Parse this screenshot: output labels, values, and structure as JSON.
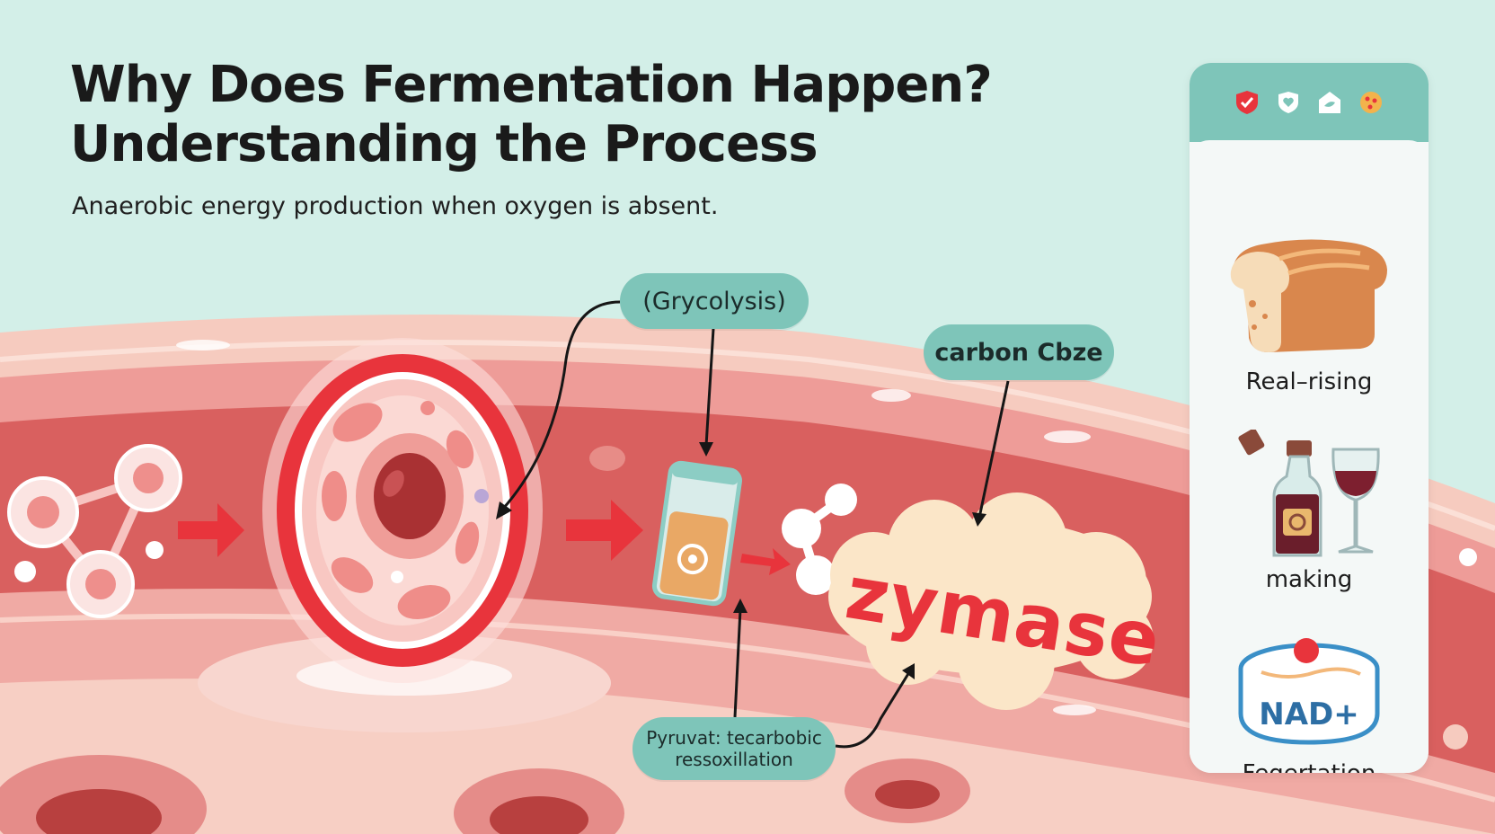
{
  "title_line1": "Why Does Fermentation Happen?",
  "title_line2": "Understanding the Process",
  "subtitle": "Anaerobic energy production when oxygen is absent.",
  "labels": {
    "glycolysis": "(Grycolysis)",
    "carbon": "carbon Cbze",
    "pyruvat_line1": "Pyruvat: tecarbobic",
    "pyruvat_line2": "ressoxillation",
    "zymase": "zymase"
  },
  "panel": {
    "header_icons": [
      "check-shield-icon",
      "heart-shield-icon",
      "leaf-house-icon",
      "yeast-cookie-icon"
    ],
    "items": [
      {
        "label": "Real–rising",
        "icon": "bread-loaf-icon"
      },
      {
        "label": "making",
        "icon": "wine-bottle-glass-icon"
      },
      {
        "label": "Fegertation",
        "icon": "nad-jar-icon",
        "badge": "NAD+"
      }
    ]
  },
  "colors": {
    "background": "#d3efe8",
    "tissue": "#f2a8a4",
    "band": "#d9605f",
    "accent_red": "#e8343c",
    "pill_teal": "#7ec5b9",
    "panel_teal": "#7ec5b9"
  }
}
